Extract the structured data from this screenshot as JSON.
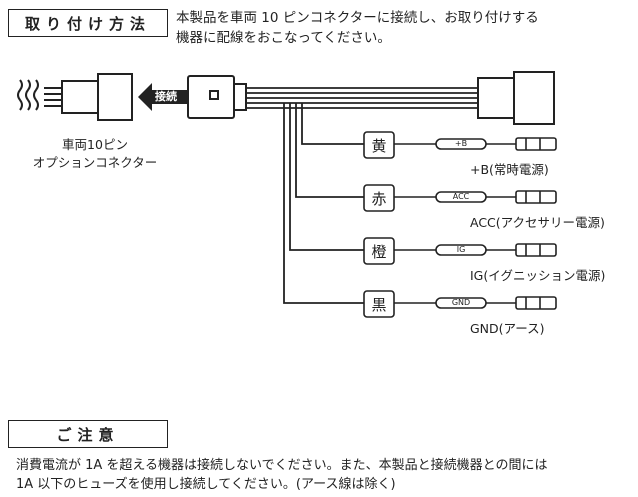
{
  "header": {
    "install_title": "取り付け方法",
    "intro_line1": "本製品を車両 10 ピンコネクターに接続し、お取り付けする",
    "intro_line2": "機器に配線をおこなってください。"
  },
  "connector": {
    "arrow_label": "接続",
    "name_line1": "車両10ピン",
    "name_line2": "オプションコネクター"
  },
  "wires": [
    {
      "color": "黄",
      "tag": "+B",
      "label": "+B(常時電源)"
    },
    {
      "color": "赤",
      "tag": "ACC",
      "label": "ACC(アクセサリー電源)"
    },
    {
      "color": "橙",
      "tag": "IG",
      "label": "IG(イグニッション電源)"
    },
    {
      "color": "黒",
      "tag": "GND",
      "label": "GND(アース)"
    }
  ],
  "caution": {
    "title": "ご注意",
    "line1": "消費電流が 1A を超える機器は接続しないでください。また、本製品と接続機器との間には",
    "line2": "1A 以下のヒューズを使用し接続してください。(アース線は除く)"
  }
}
